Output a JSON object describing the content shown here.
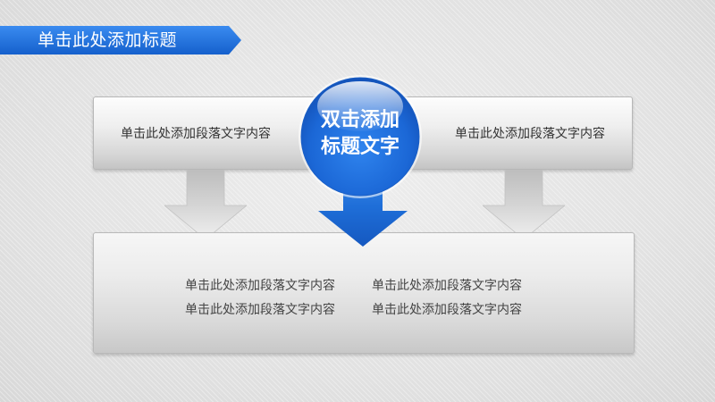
{
  "title": "单击此处添加标题",
  "center": {
    "line1": "双击添加",
    "line2": "标题文字"
  },
  "top_bar": {
    "left_text": "单击此处添加段落文字内容",
    "right_text": "单击此处添加段落文字内容"
  },
  "bottom_box": {
    "items": [
      "单击此处添加段落文字内容",
      "单击此处添加段落文字内容",
      "单击此处添加段落文字内容",
      "单击此处添加段落文字内容"
    ]
  },
  "colors": {
    "accent_blue": "#1a6fd8",
    "banner_blue": "#1d6ee0",
    "panel_gray": "#d6d6d6",
    "text_dark": "#333333"
  }
}
